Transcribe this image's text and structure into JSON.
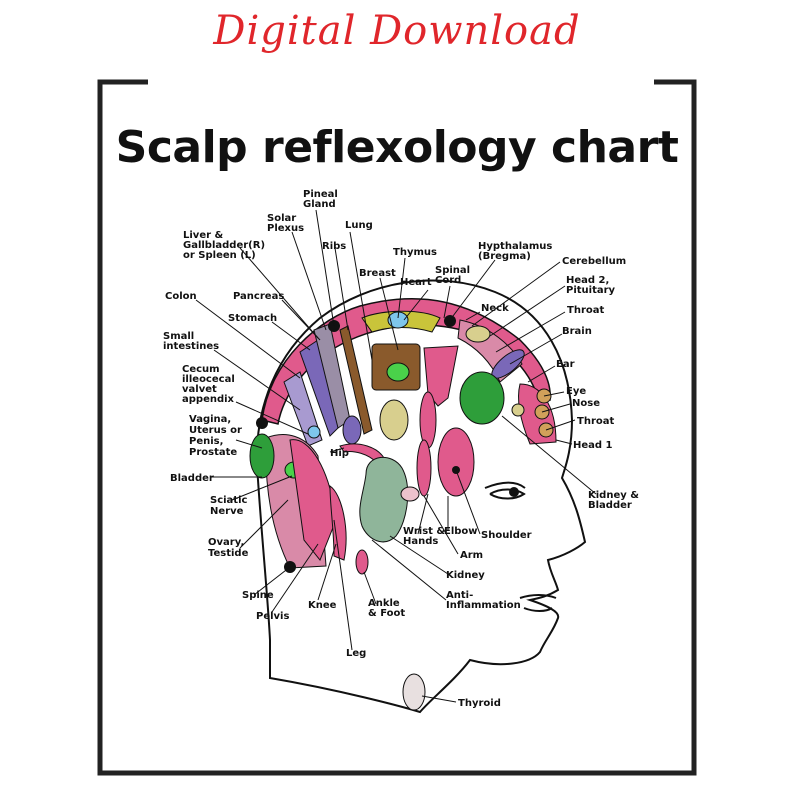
{
  "banner": "Digital Download",
  "title": "Scalp reflexology chart",
  "labels": {
    "pineal": [
      "Pineal",
      "Gland"
    ],
    "solar": [
      "Solar",
      "Plexus"
    ],
    "lung": [
      "Lung"
    ],
    "liver": [
      "Liver &",
      "Gallbladder(R)",
      "or Spleen (L)"
    ],
    "ribs": [
      "Ribs"
    ],
    "thymus": [
      "Thymus"
    ],
    "hypothalamus": [
      "Hypthalamus",
      "(Bregma)"
    ],
    "cerebellum": [
      "Cerebellum"
    ],
    "breast": [
      "Breast"
    ],
    "spinal": [
      "Spinal",
      "Cord"
    ],
    "heart": [
      "Heart"
    ],
    "head2": [
      "Head 2,",
      "Pituitary"
    ],
    "colon": [
      "Colon"
    ],
    "pancreas": [
      "Pancreas"
    ],
    "stomach": [
      "Stomach"
    ],
    "neck": [
      "Neck"
    ],
    "throat_top": [
      "Throat"
    ],
    "brain": [
      "Brain"
    ],
    "small_intestines": [
      "Small",
      "intestines"
    ],
    "ear": [
      "Ear"
    ],
    "cecum": [
      "Cecum",
      "illeocecal",
      "valvet",
      "appendix"
    ],
    "eye": [
      "Eye"
    ],
    "nose": [
      "Nose"
    ],
    "vagina": [
      "Vagina,",
      "Uterus or",
      "Penis,",
      "Prostate"
    ],
    "throat_mid": [
      "Throat"
    ],
    "head1": [
      "Head 1"
    ],
    "hip": [
      "Hip"
    ],
    "bladder": [
      "Bladder"
    ],
    "kidney_bladder": [
      "Kidney &",
      "Bladder"
    ],
    "sciatic": [
      "Sciatic",
      "Nerve"
    ],
    "wrist": [
      "Wrist &",
      "Hands"
    ],
    "elbow": [
      "Elbow"
    ],
    "shoulder": [
      "Shoulder"
    ],
    "ovary": [
      "Ovary,",
      "Testide"
    ],
    "arm": [
      "Arm"
    ],
    "kidney": [
      "Kidney"
    ],
    "spine": [
      "Spine"
    ],
    "anti": [
      "Anti-",
      "Inflammation"
    ],
    "knee": [
      "Knee"
    ],
    "ankle": [
      "Ankle",
      "& Foot"
    ],
    "pelvis": [
      "Pelvis"
    ],
    "leg": [
      "Leg"
    ],
    "thyroid": [
      "Thyroid"
    ]
  },
  "colors": {
    "banner": "#e0262b",
    "frame": "#222222",
    "pink": "#e05a8c",
    "magenta_light": "#d98aa8",
    "purple": "#7a68b8",
    "lavender": "#a89ad0",
    "grey_purple": "#9a8ea6",
    "brown": "#8a5a2c",
    "green": "#2e9e3a",
    "bright_green": "#4ad14a",
    "khaki": "#d8cf8e",
    "olive_yellow": "#c9c43a",
    "sky_blue": "#7ec6ec",
    "sage": "#8fb59a",
    "tan": "#d1a05a",
    "pale_pink": "#ecc2cc"
  }
}
